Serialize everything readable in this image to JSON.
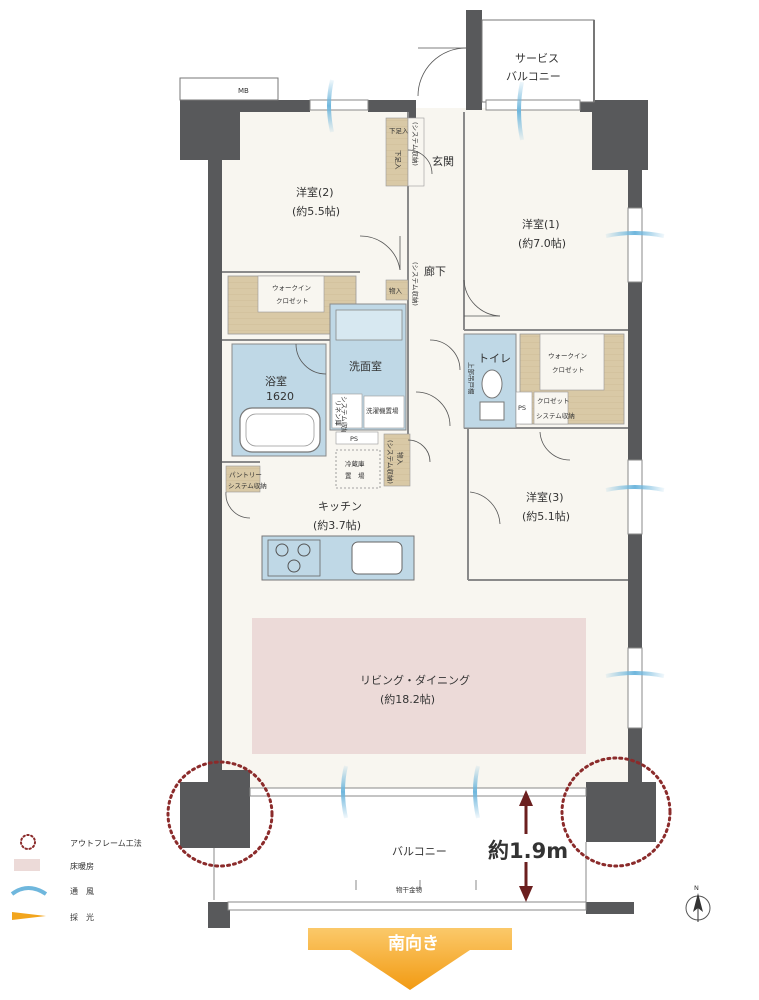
{
  "rooms": {
    "western_room_2": {
      "name": "洋室(2)",
      "size": "(約5.5帖)"
    },
    "western_room_1": {
      "name": "洋室(1)",
      "size": "(約7.0帖)"
    },
    "western_room_3": {
      "name": "洋室(3)",
      "size": "(約5.1帖)"
    },
    "entrance": "玄関",
    "hallway": "廊下",
    "toilet": "トイレ",
    "washroom": "洗面室",
    "bathroom": {
      "name": "浴室",
      "size": "1620"
    },
    "kitchen": {
      "name": "キッチン",
      "size": "(約3.7帖)"
    },
    "living_dining": {
      "name": "リビング・ダイニング",
      "size": "(約18.2帖)"
    },
    "balcony": "バルコニー",
    "service_balcony": {
      "line1": "サービス",
      "line2": "バルコニー"
    }
  },
  "storage": {
    "walk_in_closet_left": {
      "line1": "ウォークイン",
      "line2": "クロゼット"
    },
    "walk_in_closet_right": {
      "line1": "ウォークイン",
      "line2": "クロゼット"
    },
    "shoe_storage_top": "下足入",
    "shoe_storage_side": "下足入",
    "system_storage_entrance": "(システム収納)",
    "storage_hall": "物入",
    "system_storage_hall": "(システム収納)",
    "storage_kitchen": "物入",
    "system_storage_kitchen": "(システム収納)",
    "toilet_cabinet": "上部吊戸棚",
    "closet": "クロゼット",
    "closet_system": "システム収納",
    "linen": "リネン庫",
    "linen_system": "システム収納",
    "washer_space": "洗濯機置場",
    "pantry": "パントリー",
    "pantry_system": "システム収納",
    "fridge": "冷蔵庫",
    "fridge_space": "置　場",
    "ps_hall": "PS",
    "ps_toilet": "PS",
    "mb": "MB",
    "drying_hardware": "物干金物"
  },
  "balcony_width": "約1.9m",
  "legend": [
    {
      "symbol": "dotted-circle-icon",
      "label": "アウトフレーム工法"
    },
    {
      "symbol": "floor-heating-swatch",
      "label": "床暖房"
    },
    {
      "symbol": "wind-icon",
      "label": "通　風"
    },
    {
      "symbol": "sunlight-icon",
      "label": "採　光"
    }
  ],
  "compass": "N",
  "orientation_label": "南向き",
  "colors": {
    "wall": "#58595b",
    "floor": "#f8f6f0",
    "wet_area": "#bfd8e6",
    "closet": "#d9c9a6",
    "floor_heating": "#ecdad8",
    "outframe_circle": "#8b2b2b",
    "wind": "#6fb7dd",
    "light": "#f2a51d",
    "south_arrow": "#f2a11a"
  }
}
